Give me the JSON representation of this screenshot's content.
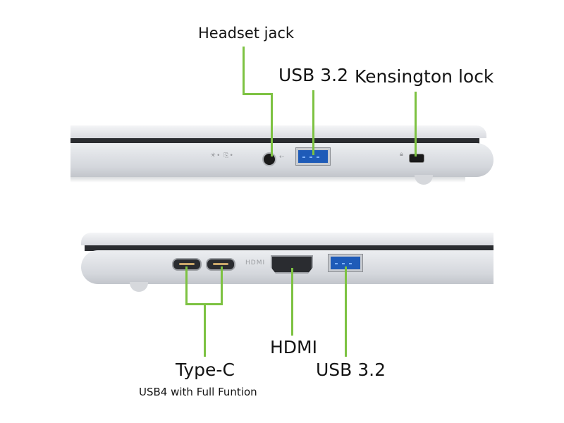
{
  "top_view": {
    "labels": {
      "headset": "Headset jack",
      "usb": "USB 3.2",
      "kensington": "Kensington lock"
    },
    "indicators": "☀• ⎘•"
  },
  "bottom_view": {
    "labels": {
      "type_c": "Type-C",
      "type_c_sub": "USB4 with Full Funtion",
      "hdmi": "HDMI",
      "usb": "USB 3.2"
    },
    "hdmi_print": "HDMI"
  },
  "colors": {
    "callout_line": "#7dc242",
    "usb_blue": "#1e5bb8"
  }
}
